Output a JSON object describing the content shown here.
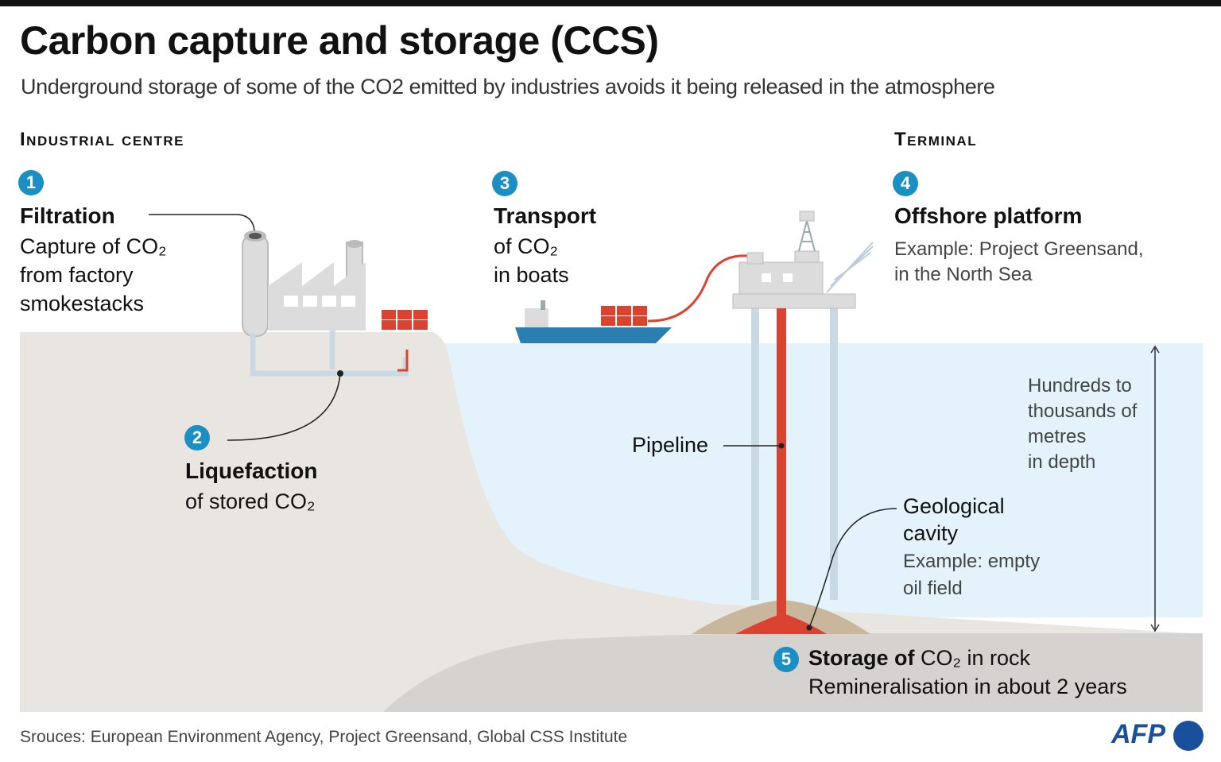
{
  "header": {
    "title": "Carbon capture and storage (CCS)",
    "subtitle": "Underground storage of some of the CO2 emitted by industries avoids it being released in the atmosphere"
  },
  "sections": {
    "industrial": "Industrial centre",
    "terminal": "Terminal"
  },
  "steps": [
    {
      "number": "1",
      "title": "Filtration",
      "lines": [
        "Capture of CO₂",
        "from factory",
        "smokestacks"
      ]
    },
    {
      "number": "2",
      "title": "Liquefaction",
      "lines": [
        "of stored CO₂"
      ]
    },
    {
      "number": "3",
      "title": "Transport",
      "lines": [
        "of CO₂",
        "in boats"
      ]
    },
    {
      "number": "4",
      "title": "Offshore platform",
      "lines": [
        "Example: Project Greensand,",
        "in the North Sea"
      ]
    },
    {
      "number": "5",
      "title": "Storage of",
      "title_rest": " CO₂ in rock",
      "lines": [
        "Remineralisation in about 2 years"
      ]
    }
  ],
  "labels": {
    "pipeline": "Pipeline",
    "cavity_title": [
      "Geological",
      "cavity"
    ],
    "cavity_example": [
      "Example: empty",
      "oil field"
    ],
    "depth": [
      "Hundreds to",
      "thousands of",
      "metres",
      "in depth"
    ]
  },
  "colors": {
    "accent_blue": "#1a8fc4",
    "co2_red": "#d9432f",
    "sea": "#e4f2fb",
    "land": "#e9e5e0",
    "rock": "#d6d2cf",
    "afp_blue": "#1a4f9c"
  },
  "footer": {
    "sources": "Srouces: European Environment Agency, Project Greensand, Global CSS Institute",
    "logo": "AFP"
  }
}
